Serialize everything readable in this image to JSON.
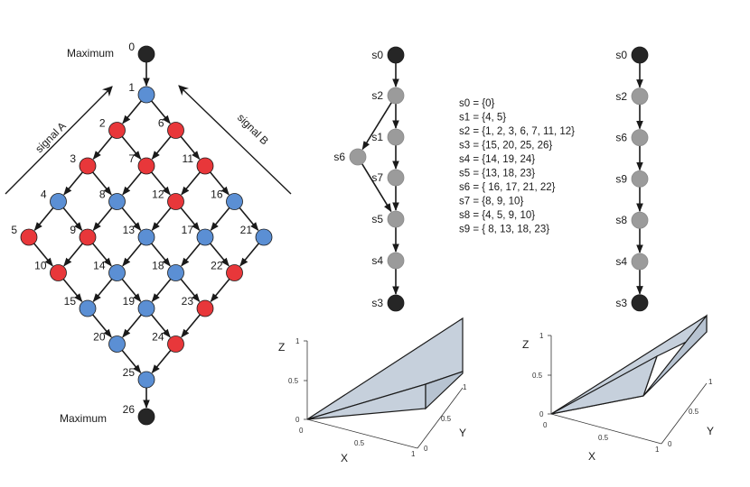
{
  "lattice": {
    "top_label": "Maximum",
    "bottom_label": "Maximum",
    "signal_a": "signal A",
    "signal_b": "signal B",
    "colors": {
      "red": "#e8373a",
      "blue": "#5b8fd4",
      "black": "#262626"
    },
    "nodes": [
      {
        "id": "0",
        "color": "black"
      },
      {
        "id": "1",
        "color": "blue"
      },
      {
        "id": "2",
        "color": "red"
      },
      {
        "id": "6",
        "color": "red"
      },
      {
        "id": "3",
        "color": "red"
      },
      {
        "id": "7",
        "color": "red"
      },
      {
        "id": "11",
        "color": "red"
      },
      {
        "id": "4",
        "color": "blue"
      },
      {
        "id": "8",
        "color": "blue"
      },
      {
        "id": "12",
        "color": "red"
      },
      {
        "id": "16",
        "color": "blue"
      },
      {
        "id": "5",
        "color": "red"
      },
      {
        "id": "9",
        "color": "red"
      },
      {
        "id": "13",
        "color": "blue"
      },
      {
        "id": "17",
        "color": "blue"
      },
      {
        "id": "21",
        "color": "blue"
      },
      {
        "id": "10",
        "color": "red"
      },
      {
        "id": "14",
        "color": "blue"
      },
      {
        "id": "18",
        "color": "blue"
      },
      {
        "id": "22",
        "color": "red"
      },
      {
        "id": "15",
        "color": "blue"
      },
      {
        "id": "19",
        "color": "blue"
      },
      {
        "id": "23",
        "color": "red"
      },
      {
        "id": "20",
        "color": "blue"
      },
      {
        "id": "24",
        "color": "red"
      },
      {
        "id": "25",
        "color": "blue"
      },
      {
        "id": "26",
        "color": "black"
      }
    ],
    "edges": [
      [
        "0",
        "1"
      ],
      [
        "1",
        "2"
      ],
      [
        "1",
        "6"
      ],
      [
        "2",
        "3"
      ],
      [
        "2",
        "7"
      ],
      [
        "6",
        "7"
      ],
      [
        "6",
        "11"
      ],
      [
        "3",
        "4"
      ],
      [
        "3",
        "8"
      ],
      [
        "7",
        "8"
      ],
      [
        "7",
        "12"
      ],
      [
        "11",
        "12"
      ],
      [
        "11",
        "16"
      ],
      [
        "4",
        "5"
      ],
      [
        "4",
        "9"
      ],
      [
        "8",
        "9"
      ],
      [
        "8",
        "13"
      ],
      [
        "12",
        "13"
      ],
      [
        "12",
        "17"
      ],
      [
        "16",
        "17"
      ],
      [
        "16",
        "21"
      ],
      [
        "5",
        "10"
      ],
      [
        "9",
        "10"
      ],
      [
        "9",
        "14"
      ],
      [
        "13",
        "14"
      ],
      [
        "13",
        "18"
      ],
      [
        "17",
        "18"
      ],
      [
        "17",
        "22"
      ],
      [
        "21",
        "22"
      ],
      [
        "10",
        "15"
      ],
      [
        "14",
        "15"
      ],
      [
        "14",
        "19"
      ],
      [
        "18",
        "19"
      ],
      [
        "18",
        "23"
      ],
      [
        "22",
        "23"
      ],
      [
        "15",
        "20"
      ],
      [
        "19",
        "20"
      ],
      [
        "19",
        "24"
      ],
      [
        "23",
        "24"
      ],
      [
        "20",
        "25"
      ],
      [
        "24",
        "25"
      ],
      [
        "25",
        "26"
      ]
    ]
  },
  "chain1": {
    "node_color": "#9b9b9b",
    "end_color": "#262626",
    "nodes": [
      {
        "id": "s0",
        "end": true
      },
      {
        "id": "s2",
        "end": false
      },
      {
        "id": "s1",
        "end": false
      },
      {
        "id": "s6",
        "end": false
      },
      {
        "id": "s7",
        "end": false
      },
      {
        "id": "s5",
        "end": false
      },
      {
        "id": "s4",
        "end": false
      },
      {
        "id": "s3",
        "end": true
      }
    ],
    "edges": [
      [
        "s0",
        "s2"
      ],
      [
        "s2",
        "s1"
      ],
      [
        "s2",
        "s6"
      ],
      [
        "s1",
        "s7"
      ],
      [
        "s7",
        "s5"
      ],
      [
        "s6",
        "s5"
      ],
      [
        "s5",
        "s4"
      ],
      [
        "s4",
        "s3"
      ]
    ]
  },
  "chain2": {
    "nodes": [
      {
        "id": "s0",
        "end": true
      },
      {
        "id": "s2",
        "end": false
      },
      {
        "id": "s6",
        "end": false
      },
      {
        "id": "s9",
        "end": false
      },
      {
        "id": "s8",
        "end": false
      },
      {
        "id": "s4",
        "end": false
      },
      {
        "id": "s3",
        "end": true
      }
    ]
  },
  "sets": [
    "s0 = {0}",
    "s1 = {4, 5}",
    "s2 = {1, 2, 3, 6, 7, 11, 12}",
    "s3 = {15, 20, 25, 26}",
    "s4 = {14, 19, 24}",
    "s5 = {13, 18, 23}",
    "s6 = { 16, 17, 21, 22}",
    "s7 = {8, 9, 10}",
    "s8 = {4, 5, 9, 10}",
    "s9 = { 8, 13, 18, 23}"
  ],
  "plots": {
    "fill": "#c6d0dc",
    "axis_x": "X",
    "axis_y": "Y",
    "axis_z": "Z",
    "ticks_x": [
      "0",
      "0.5",
      "1"
    ],
    "ticks_y": [
      "0",
      "0.5",
      "1"
    ],
    "ticks_z": [
      "0",
      "0.5",
      "1"
    ]
  }
}
